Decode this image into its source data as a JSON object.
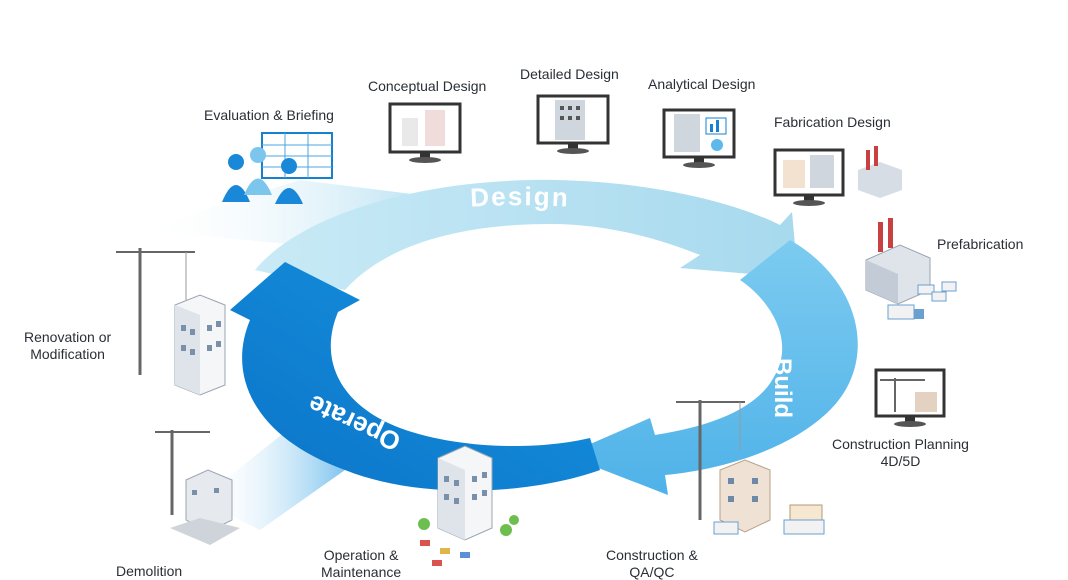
{
  "phases": {
    "design": "Design",
    "build": "Build",
    "operate": "Operate"
  },
  "stages": {
    "evaluation": "Evaluation & Briefing",
    "conceptual": "Conceptual Design",
    "detailed": "Detailed Design",
    "analytical": "Analytical Design",
    "fabrication": "Fabrication Design",
    "prefabrication": "Prefabrication",
    "planning_line1": "Construction Planning",
    "planning_line2": "4D/5D",
    "construction_line1": "Construction &",
    "construction_line2": "QA/QC",
    "operation_line1": "Operation &",
    "operation_line2": "Maintenance",
    "demolition": "Demolition",
    "renovation_line1": "Renovation or",
    "renovation_line2": "Modification"
  },
  "colors": {
    "design": "#a9dbef",
    "build": "#5db9ea",
    "operate": "#0b86d6",
    "ink": "#2a2f36"
  }
}
